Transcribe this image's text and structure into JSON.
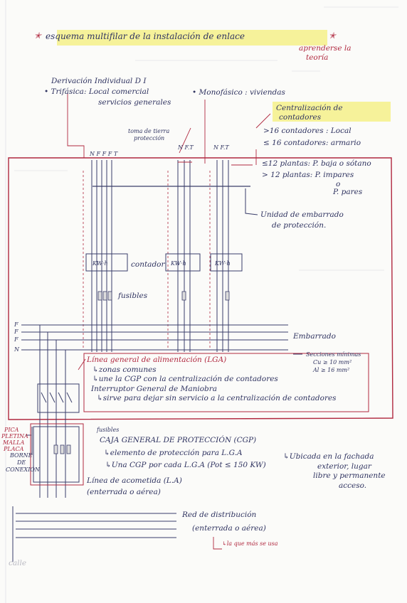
{
  "page": {
    "title": "esquema multifilar de la instalación de enlace",
    "title_note_1": "aprenderse la",
    "title_note_2": "teoría"
  },
  "left_header": {
    "di": "Derivación Individual D I",
    "trifasica": "• Trifásica: Local comercial",
    "servicios": "servicios generales"
  },
  "right_header": {
    "monofasico": "• Monofásico : viviendas"
  },
  "centralizacion": {
    "title_1": "Centralización de",
    "title_2": "contadores",
    "line_1": ">16 contadores : Local",
    "line_2": "≤ 16 contadores: armario",
    "line_3": "≤12 plantas: P. baja o sótano",
    "line_4": "> 12 plantas: P. impares",
    "line_5": "o",
    "line_6": "P. pares"
  },
  "labels": {
    "toma_1": "toma de tierra",
    "toma_2": "protección",
    "nfff_1": "N F F F T",
    "nfff_2": "N  F.T",
    "nfff_3": "N F.T",
    "unidad_1": "Unidad de embarrado",
    "unidad_2": "de protección.",
    "meter": "KW·h",
    "contador": "contador",
    "fusibles": "fusibles",
    "embarrado": "Embarrado",
    "bus_f": "F",
    "bus_n": "N",
    "lga_1": "Línea general de alimentación (LGA)",
    "lga_2": "↳zonas comunes",
    "lga_3": "↳une la CGP con la centralización de contadores",
    "igm_1": "Interruptor General de Maniobra",
    "igm_2": "↳sirve para dejar sin servicio a la centralización de contadores",
    "secciones_1": "Secciones mínimas",
    "secciones_2": "Cu ≥ 10 mm²",
    "secciones_3": "Al ≥ 16 mm²",
    "pica_1": "PICA",
    "pica_2": "PLETINA",
    "pica_3": "MALLA",
    "pica_4": "PLACA",
    "borne_1": "BORNE",
    "borne_2": "DE",
    "borne_3": "CONEXIÓN",
    "fusibles_2": "fusibles",
    "cgp_1": "CAJA GENERAL DE PROTECCIÓN (CGP)",
    "cgp_2": "↳elemento de protección para L.G.A",
    "cgp_3": "↳Una CGP por cada  L.G.A (Pot ≤ 150 KW)",
    "ubicada_1": "↳Ubicada en la fachada",
    "ubicada_2": "exterior, lugar",
    "ubicada_3": "libre y permanente",
    "ubicada_4": "acceso.",
    "acometida_1": "Línea de acometida (L.A)",
    "acometida_2": "(enterrada o aérea)",
    "red_1": "Red de distribución",
    "red_2": "(enterrada o aérea)",
    "red_3": "↳la que más se usa",
    "calle": "calle"
  },
  "colors": {
    "ink": "#2f3360",
    "red": "#b0283f",
    "highlight": "#f6f29a"
  }
}
